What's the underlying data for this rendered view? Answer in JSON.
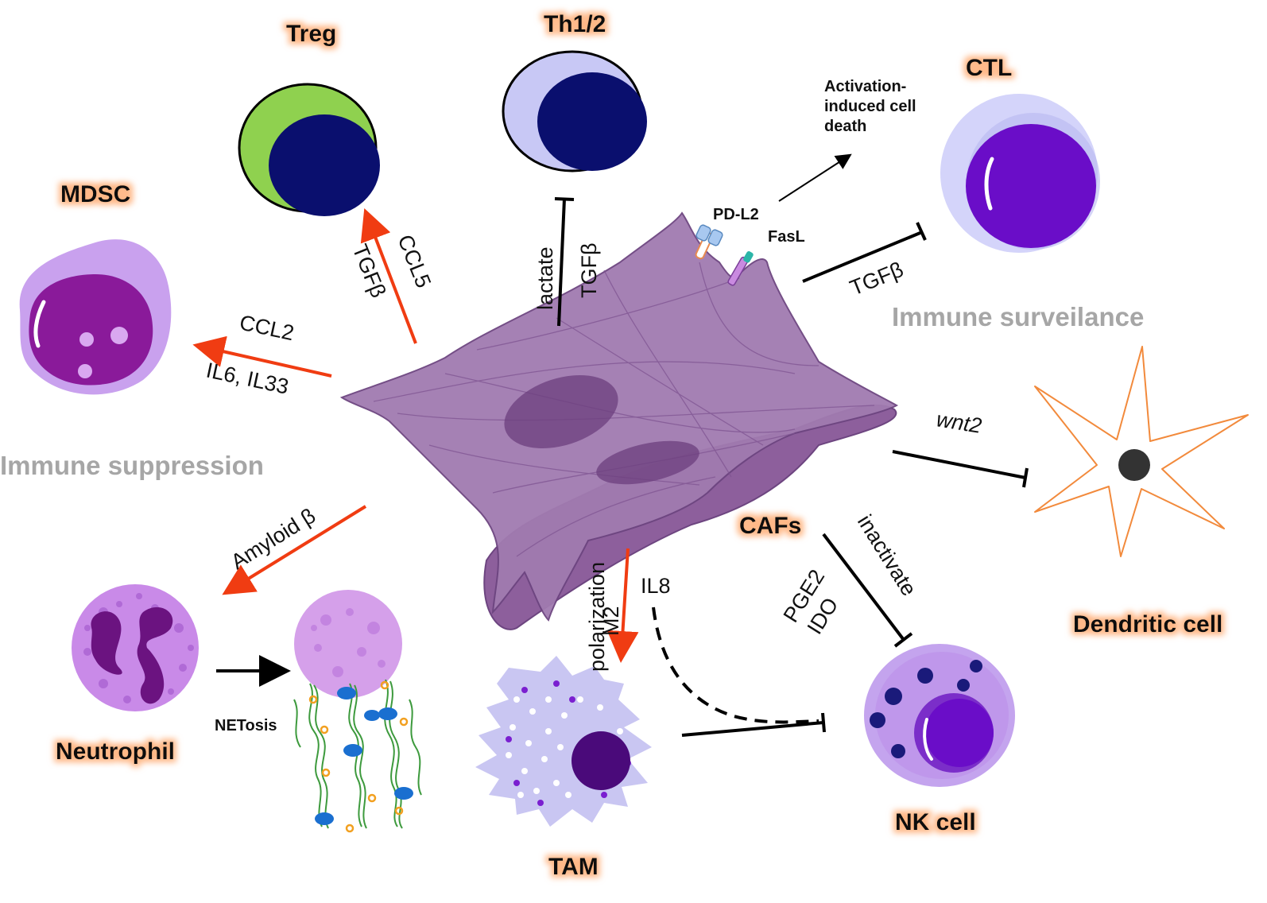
{
  "cells": {
    "treg": "Treg",
    "th": "Th1/2",
    "ctl": "CTL",
    "mdsc": "MDSC",
    "dendritic": "Dendritic cell",
    "neutrophil": "Neutrophil",
    "tam": "TAM",
    "nk": "NK cell",
    "cafs": "CAFs"
  },
  "sections": {
    "suppression": "Immune suppression",
    "surveilance": "Immune surveilance"
  },
  "signals": {
    "ccl5": "CCL5",
    "treg_tgfb": "TGFβ",
    "lactate": "lactate",
    "th_tgfb": "TGFβ",
    "ccl2": "CCL2",
    "il6_il33": "IL6, IL33",
    "amyloid": "Amyloid β",
    "netosis": "NETosis",
    "m2_line1": "M2",
    "m2_line2": "polarization",
    "il8": "IL8",
    "pge2": "PGE2",
    "ido": "IDO",
    "inactivate": "inactivate",
    "wnt2": "wnt2",
    "ctl_tgfb": "TGFβ",
    "aicd_line1": "Activation-",
    "aicd_line2": "induced cell",
    "aicd_line3": "death",
    "pdl2": "PD-L2",
    "fasl": "FasL"
  },
  "colors": {
    "arrow_red": "#f03c12",
    "inhibit_black": "#000000",
    "caf_purple": "#9b6fa8",
    "label_glow": "#ffb07a",
    "section_gray": "#a6a6a6"
  }
}
